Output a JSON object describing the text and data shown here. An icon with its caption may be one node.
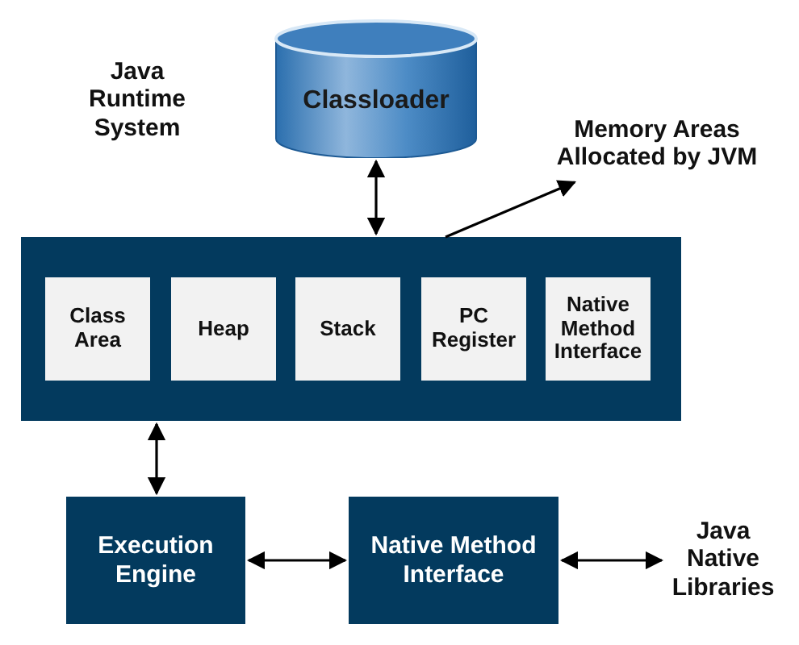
{
  "diagram": {
    "nodes": [
      {
        "text": [
          "Classloader"
        ]
      },
      {
        "text": [],
        "shape": "box"
      },
      {
        "text": [
          "Class Area"
        ],
        "in": 1
      },
      {
        "text": [
          "Heap"
        ],
        "in": 1
      },
      {
        "text": [
          "Stack"
        ],
        "in": 1
      },
      {
        "text": [
          "PC Register"
        ],
        "in": 1
      },
      {
        "text": [
          "Native Method Interface"
        ],
        "in": 1
      },
      {
        "text": [
          "Execution Engine"
        ]
      },
      {
        "text": [
          "Native Method Interface"
        ]
      },
      {
        "text": [
          "Java Native Libraries"
        ]
      },
      {
        "text": [
          "Memory Areas Allocated by JVM"
        ]
      }
    ],
    "edges": [
      {
        "from": 0,
        "to": 1,
        "arrow": "both"
      },
      {
        "from": 1,
        "to": 10,
        "arrow": "to"
      },
      {
        "from": 1,
        "to": 7,
        "arrow": "both"
      },
      {
        "from": 7,
        "to": 8,
        "arrow": "both"
      },
      {
        "from": 8,
        "to": 9,
        "arrow": "both"
      }
    ],
    "labels": [
      "Java Runtime System"
    ]
  }
}
